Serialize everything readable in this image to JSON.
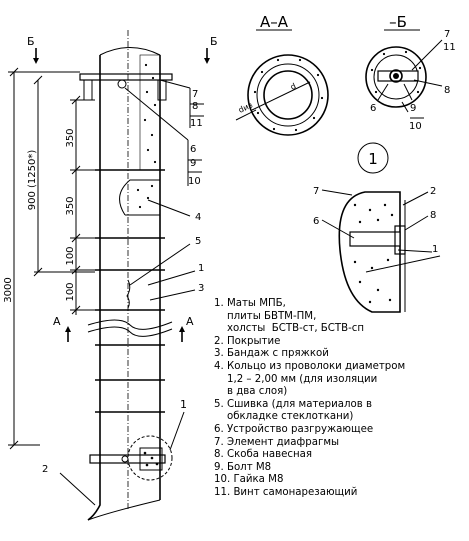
{
  "section_labels": {
    "aa": "А–А",
    "bb": "–Б",
    "detail": "1"
  },
  "cut_labels": {
    "b_left": "Б",
    "b_right": "Б",
    "a_left": "А",
    "a_right": "А"
  },
  "dimensions": {
    "total": "3000",
    "span": "900 (1250*)",
    "d350_top": "350",
    "d350_mid": "350",
    "d100_a": "100",
    "d100_b": "100",
    "diam_outer": "dиз",
    "diam_inner": "d"
  },
  "callouts": {
    "c7": "7",
    "c8": "8",
    "c11": "11",
    "c6": "6",
    "c9": "9",
    "c10": "10",
    "c4": "4",
    "c5": "5",
    "c1": "1",
    "c3": "3",
    "c2": "2",
    "c_detail": "1",
    "bb7": "7",
    "bb11": "11",
    "bb8": "8",
    "bb6": "6",
    "bb9": "9",
    "bb10": "10",
    "d2": "2",
    "d7": "7",
    "d8": "8",
    "d6": "6",
    "d1": "1"
  },
  "legend": [
    "1. Маты МПБ,",
    "    плиты БВТМ-ПМ,",
    "    холсты  БСТВ-ст, БСТВ-сп",
    "2. Покрытие",
    "3. Бандаж с пряжкой",
    "4. Кольцо из проволоки диаметром",
    "    1,2 – 2,00 мм (для изоляции",
    "    в два слоя)",
    "5. Сшивка (для материалов в",
    "    обкладке стеклоткани)",
    "6. Устройство разгружающее",
    "7. Элемент диафрагмы",
    "8. Скоба навесная",
    "9. Болт М8",
    "10. Гайка М8",
    "11. Винт самонарезающий"
  ]
}
